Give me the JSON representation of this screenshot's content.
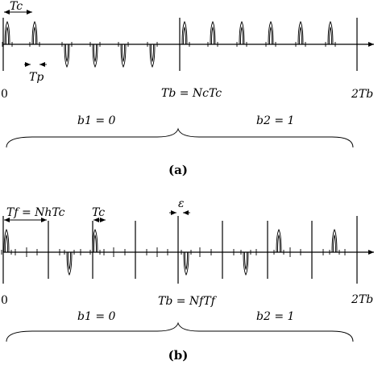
{
  "panel_a": {
    "tc_label": "Tc",
    "tp_label": "Tp",
    "origin_label": "0",
    "tb_label": "Tb = NcTc",
    "end_label": "2Tb",
    "b1_label": "b1 = 0",
    "b2_label": "b2 = 1",
    "caption": "(a)"
  },
  "panel_b": {
    "tf_label": "Tf = NhTc",
    "tc_label": "Tc",
    "eps_label": "ε",
    "origin_label": "0",
    "tb_label": "Tb = NfTf",
    "end_label": "2Tb",
    "b1_label": "b1 = 0",
    "b2_label": "b2 = 1",
    "caption": "(b)"
  }
}
